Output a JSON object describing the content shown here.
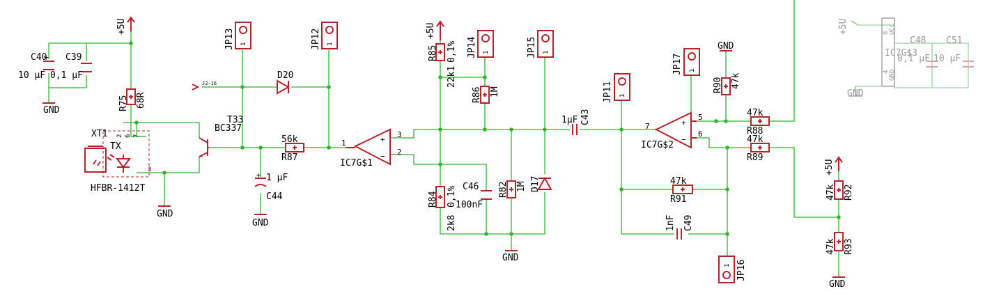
{
  "supply": {
    "vcc": "+5U",
    "gnd": "GND"
  },
  "parts": {
    "c40": {
      "name": "C40",
      "value": "10 µF"
    },
    "c39": {
      "name": "C39",
      "value": "0,1 µF"
    },
    "r75": {
      "name": "R75",
      "value": "68R"
    },
    "xt1": {
      "name": "XT1",
      "tx": "TX",
      "part": "HFBR-1412T",
      "pins": [
        "2",
        "6",
        "7",
        "3"
      ]
    },
    "t33": {
      "name": "T33",
      "part": "BC337"
    },
    "jp13": "JP13",
    "jp12": "JP12",
    "d20": "D20",
    "net": "J2-16",
    "r87": {
      "name": "R87",
      "value": "56k"
    },
    "c44": {
      "name": "C44",
      "value": "1 µF"
    },
    "ic1": {
      "name": "IC7G$1",
      "pins": [
        "1",
        "3",
        "2"
      ]
    },
    "r85": {
      "name": "R85",
      "value": "0,1%",
      "v2": "22k1"
    },
    "jp14": "JP14",
    "jp15": "JP15",
    "r86": {
      "name": "R86",
      "value": "1M"
    },
    "r84": {
      "name": "R84",
      "value": "0,1%",
      "v2": "2k8"
    },
    "c46": {
      "name": "C46",
      "value": "100nF"
    },
    "r82": {
      "name": "R82",
      "value": "1M"
    },
    "d17": "D17",
    "c43": {
      "name": "C43",
      "value": "1µF"
    },
    "jp11": "JP11",
    "jp17": "JP17",
    "r90": {
      "name": "R90",
      "value": "47k"
    },
    "ic2": {
      "name": "IC7G$2",
      "pins": [
        "7",
        "5",
        "6"
      ]
    },
    "r88": {
      "name": "R88",
      "value": "47k"
    },
    "r89": {
      "name": "R89",
      "value": "47k"
    },
    "r91": {
      "name": "R91",
      "value": "47k"
    },
    "c49": {
      "name": "C49",
      "value": "1nF"
    },
    "jp16": "JP16",
    "r92": {
      "name": "R92",
      "value": "47k"
    },
    "r93": {
      "name": "R93",
      "value": "47k"
    },
    "ic3": {
      "name": "IC7G$3",
      "ucc": "UCC",
      "gndpin": "GND",
      "pins": [
        "8",
        "4"
      ]
    },
    "c48": {
      "name": "C48",
      "value": "0,1 µF"
    },
    "c51": {
      "name": "C51",
      "value": "10 µF"
    },
    "pin1": "1"
  }
}
